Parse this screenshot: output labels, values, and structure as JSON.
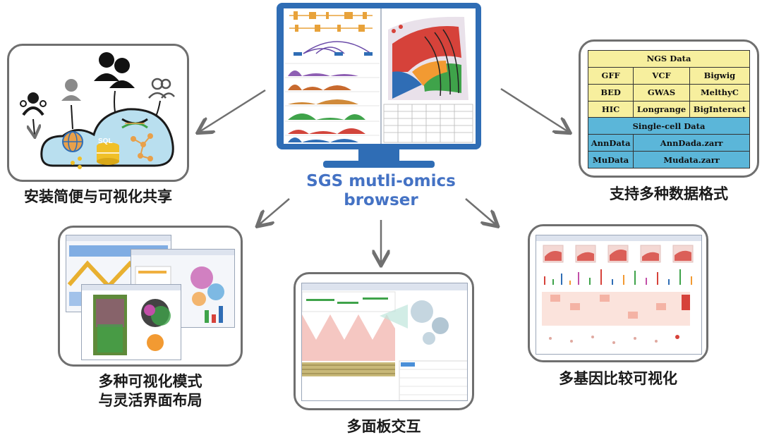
{
  "title": {
    "line1": "SGS mutli-omics",
    "line2": "browser"
  },
  "captions": {
    "install": "安装简便与可视化共享",
    "formats": "支持多种数据格式",
    "modes_line1": "多种可视化模式",
    "modes_line2": "与灵活界面布局",
    "multipanel": "多面板交互",
    "multigene": "多基因比较可视化"
  },
  "install_panel": {
    "db_label": "SQL"
  },
  "formats_table": {
    "ngs_header": "NGS Data",
    "ngs_rows": [
      [
        "GFF",
        "VCF",
        "Bigwig"
      ],
      [
        "BED",
        "GWAS",
        "MelthyC"
      ],
      [
        "HIC",
        "Longrange",
        "BigInteract"
      ]
    ],
    "sc_header": "Single-cell Data",
    "sc_rows": [
      [
        "AnnData",
        "AnnDada.zarr"
      ],
      [
        "MuData",
        "Mudata.zarr"
      ]
    ]
  },
  "colors": {
    "accent_blue": "#4472c4",
    "monitor_frame": "#2f6db5",
    "arrow": "#707070",
    "ngs_fill": "#f7ef9e",
    "sc_fill": "#5bb6d9"
  },
  "icons": [
    "user-group-icon",
    "user-icon",
    "users-icon",
    "users-outline-icon",
    "cloud-icon",
    "globe-icon",
    "database-icon",
    "dna-icon",
    "network-icon",
    "share-icon"
  ]
}
